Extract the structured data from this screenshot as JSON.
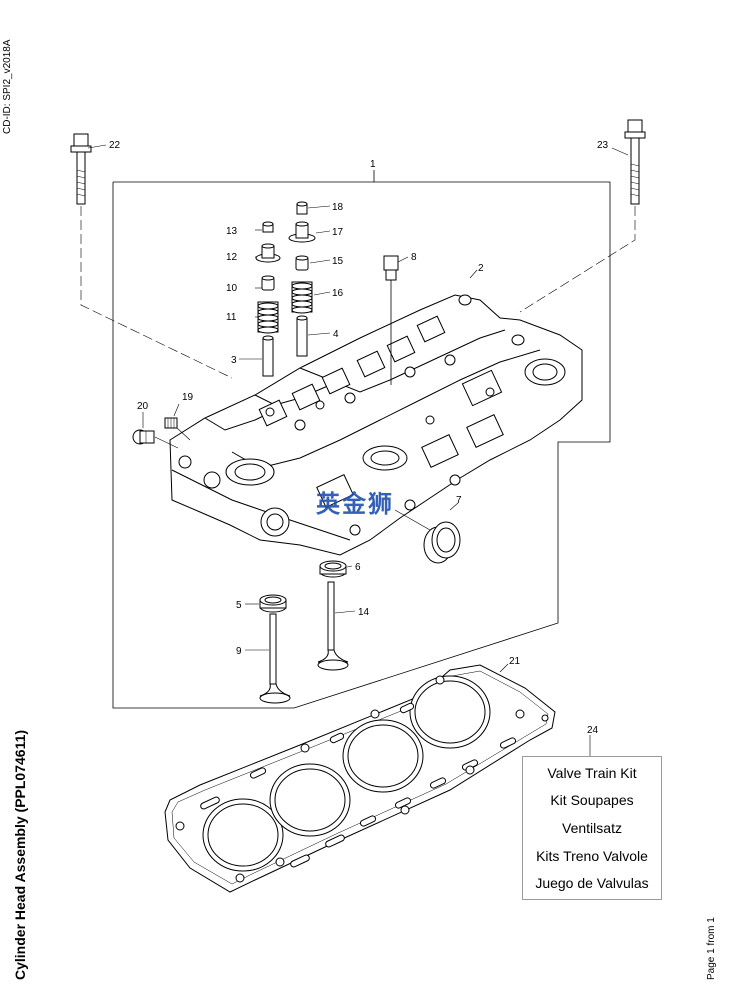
{
  "cd_id": "CD-ID: SPI2_v2018A",
  "title": "Cylinder Head Assembly (PPL074611)",
  "page_number": "Page 1 from 1",
  "watermark": "英金狮",
  "callouts": {
    "c1": "1",
    "c2": "2",
    "c3": "3",
    "c4": "4",
    "c5": "5",
    "c6": "6",
    "c7": "7",
    "c8": "8",
    "c9": "9",
    "c10": "10",
    "c11": "11",
    "c12": "12",
    "c13": "13",
    "c14": "14",
    "c15": "15",
    "c16": "16",
    "c17": "17",
    "c18": "18",
    "c19": "19",
    "c20": "20",
    "c21": "21",
    "c22": "22",
    "c23": "23",
    "c24": "24"
  },
  "kit_box": {
    "lines": [
      "Valve Train Kit",
      "Kit Soupapes",
      "Ventilsatz",
      "Kits Treno Valvole",
      "Juego de Valvulas"
    ]
  }
}
